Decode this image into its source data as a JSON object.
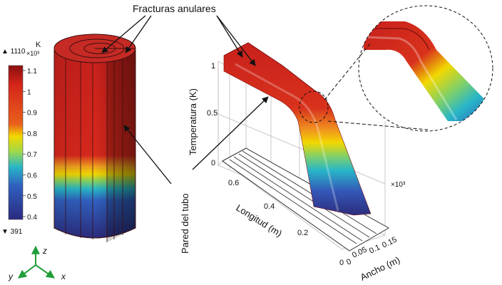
{
  "colorbar": {
    "unit": "K",
    "max_label": "▲ 1110",
    "exp_label": "×10³",
    "ticks": [
      "1.1",
      "1",
      "0.9",
      "0.8",
      "0.7",
      "0.6",
      "0.5",
      "0.4"
    ],
    "min_label": "▼ 391"
  },
  "annotations": {
    "fractures": "Fracturas anulares",
    "pipe_wall": "Pared del tubo"
  },
  "plot3d": {
    "z_label": "Temperatura (K)",
    "z_ticks": [
      "1",
      "0.5",
      "0"
    ],
    "z_exp": "×10³",
    "length_label": "Longitud  (m)",
    "length_ticks": [
      "0.6",
      "0.4",
      "0.2",
      "0"
    ],
    "width_label": "Ancho (m)",
    "width_ticks": [
      "0",
      "0.05",
      "0.1",
      "0.15"
    ]
  },
  "axes_triad": {
    "z": "z",
    "y": "y",
    "x": "x"
  },
  "colors": {
    "hot": "#c8201c",
    "warm": "#f2d800",
    "mid": "#28b6c8",
    "cold": "#2a2a80",
    "triad": "#1f9e3a"
  }
}
